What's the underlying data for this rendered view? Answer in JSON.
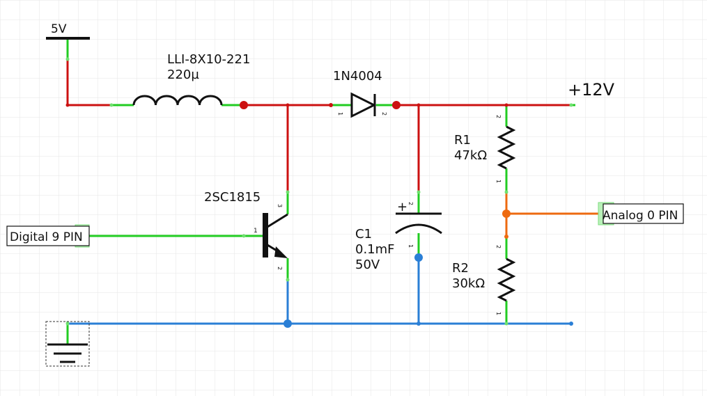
{
  "schematic": {
    "supply_5v": "5V",
    "supply_12v": "+12V",
    "inductor": {
      "part": "LLI-8X10-221",
      "value": "220µ"
    },
    "diode": {
      "part": "1N4004",
      "pin_a": "1",
      "pin_k": "2"
    },
    "transistor": {
      "part": "2SC1815",
      "pin_b": "1",
      "pin_c": "3",
      "pin_e": "2"
    },
    "capacitor": {
      "ref": "C1",
      "value": "0.1mF",
      "voltage": "50V",
      "polarity": "+",
      "pin_pos": "2",
      "pin_neg": "1"
    },
    "r1": {
      "ref": "R1",
      "value": "47kΩ",
      "pin_top": "2",
      "pin_bottom": "1"
    },
    "r2": {
      "ref": "R2",
      "value": "30kΩ",
      "pin_top": "2",
      "pin_bottom": "1"
    },
    "port_in": "Digital 9 PIN",
    "port_out": "Analog 0 PIN"
  },
  "colors": {
    "grid": "#e6e6e6",
    "wire_red": "#cc1111",
    "wire_green": "#22cc22",
    "wire_blue": "#2a7fd6",
    "wire_orange": "#ee6a10",
    "part_black": "#111111"
  }
}
